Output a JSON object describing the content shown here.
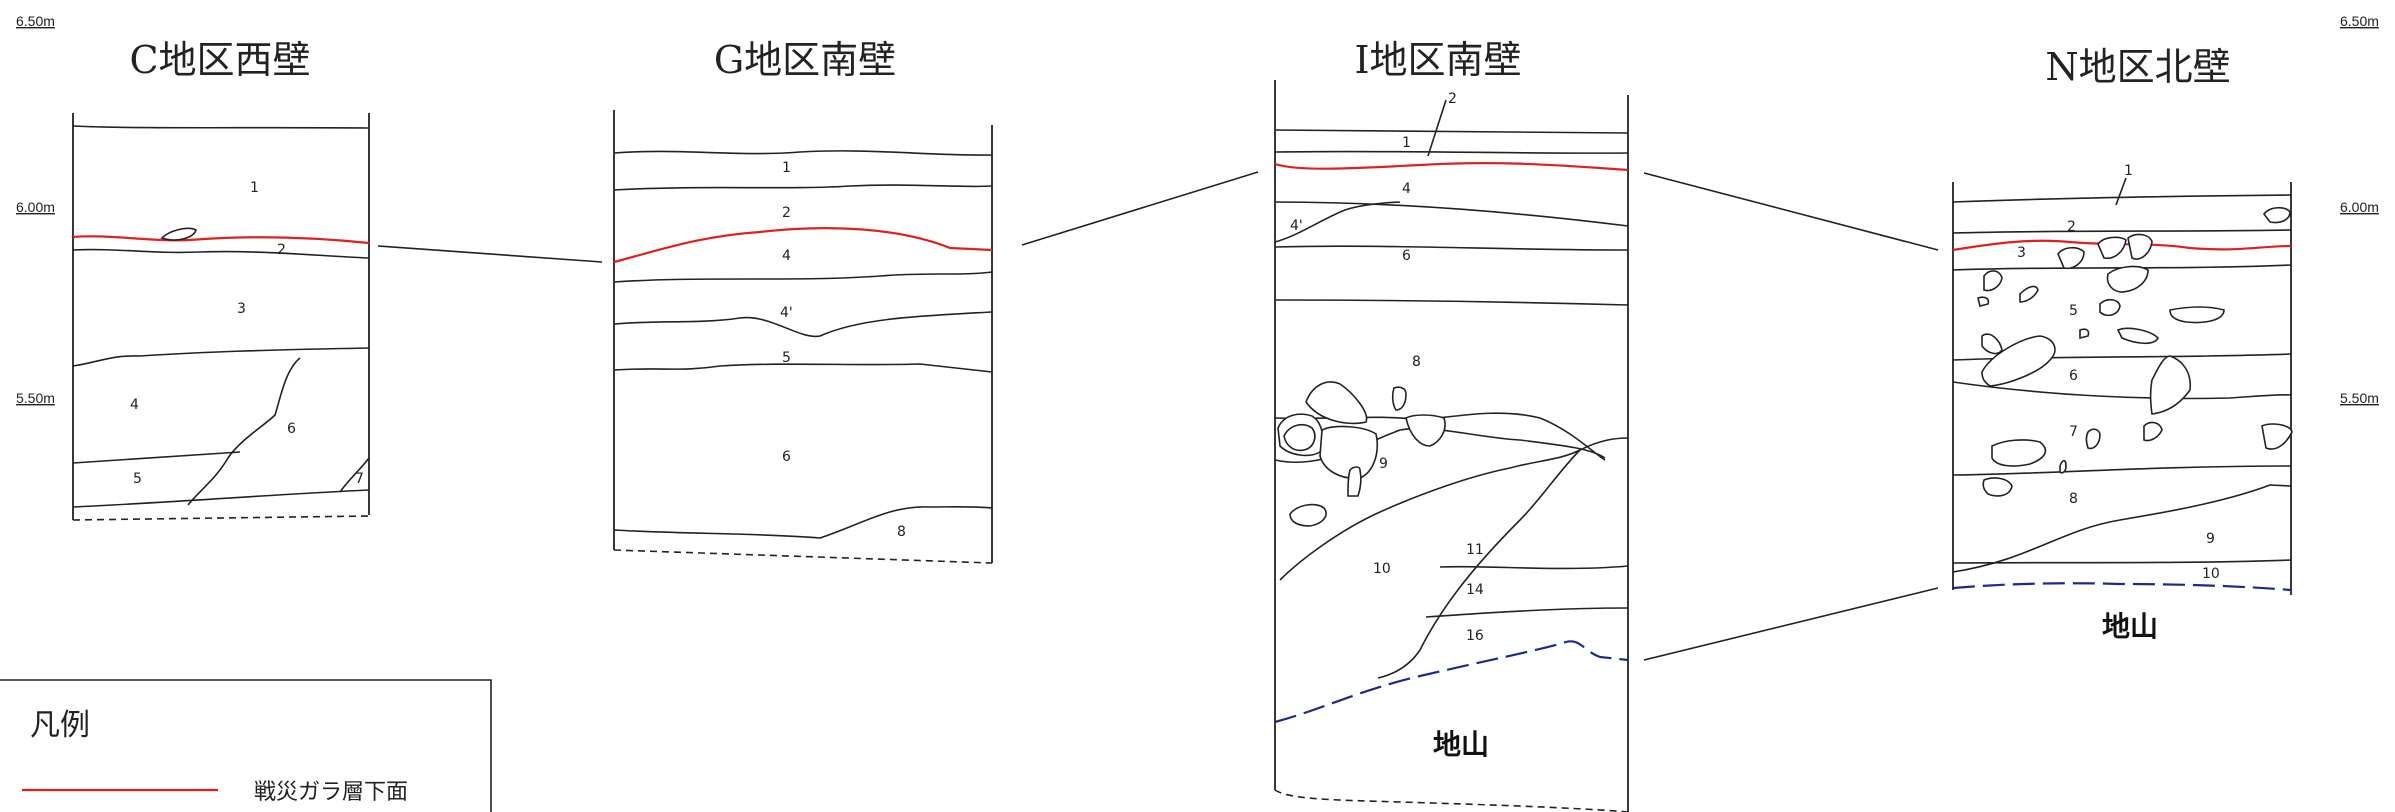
{
  "elevations": {
    "e650": "6.50m",
    "e600": "6.00m",
    "e550": "5.50m"
  },
  "sections": {
    "c": {
      "title": "C地区西壁",
      "layers": [
        "1",
        "2",
        "3",
        "4",
        "5",
        "6",
        "7"
      ]
    },
    "g": {
      "title": "G地区南壁",
      "layers": [
        "1",
        "2",
        "4",
        "4'",
        "5",
        "6",
        "8"
      ]
    },
    "i": {
      "title": "I地区南壁",
      "layers": [
        "2",
        "1",
        "4",
        "4'",
        "6",
        "8",
        "9",
        "10",
        "11",
        "14",
        "16"
      ],
      "base_label": "地山"
    },
    "n": {
      "title": "N地区北壁",
      "layers": [
        "1",
        "2",
        "3",
        "5",
        "6",
        "7",
        "8",
        "9",
        "10"
      ],
      "base_label": "地山"
    }
  },
  "legend": {
    "title": "凡例",
    "items": [
      {
        "label": "戦災ガラ層下面",
        "color": "#e0201e"
      }
    ]
  }
}
